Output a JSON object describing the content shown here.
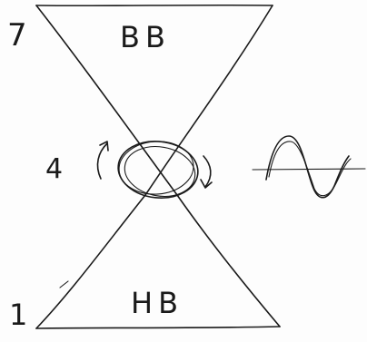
{
  "labels": {
    "top_level": "7",
    "middle_level": "4",
    "bottom_level": "1",
    "top_region": "BB",
    "bottom_region": "HB"
  }
}
